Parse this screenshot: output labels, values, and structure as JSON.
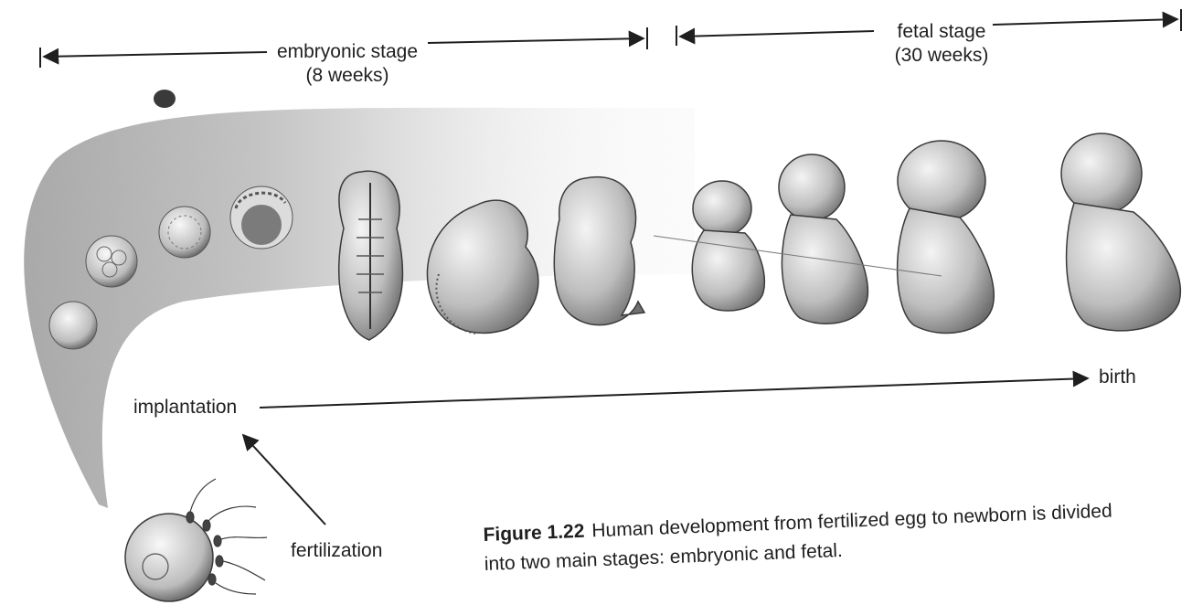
{
  "diagram": {
    "stages": {
      "embryonic": {
        "name": "embryonic stage",
        "duration": "(8 weeks)"
      },
      "fetal": {
        "name": "fetal stage",
        "duration": "(30 weeks)"
      }
    },
    "labels": {
      "implantation": "implantation",
      "birth": "birth",
      "fertilization": "fertilization"
    },
    "caption": {
      "figure_number": "Figure 1.22",
      "text": "Human development from fertilized egg to newborn is divided into two main stages: embryonic and fetal."
    }
  },
  "colors": {
    "ink": "#1f1f1f",
    "band": "#b9b9b9",
    "figure_fill": "#d9d9d9",
    "figure_shade": "#8c8c8c"
  }
}
